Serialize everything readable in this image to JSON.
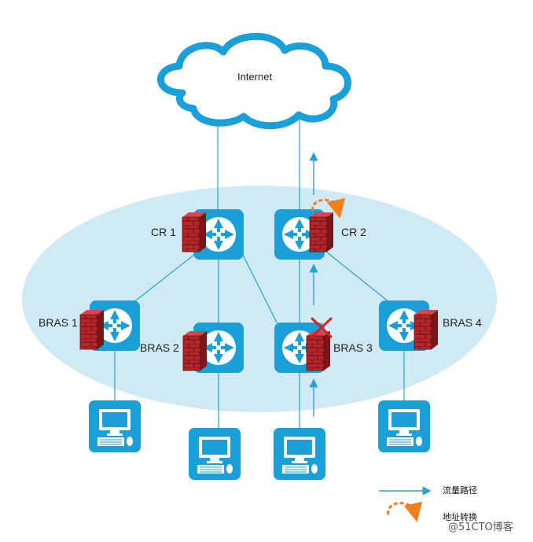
{
  "internet": {
    "label": "Internet"
  },
  "routers": {
    "cr1": "CR 1",
    "cr2": "CR 2"
  },
  "bras": {
    "bras1": "BRAS 1",
    "bras2": "BRAS 2",
    "bras3": "BRAS 3",
    "bras4": "BRAS 4"
  },
  "legend": {
    "traffic_path": "流量路径",
    "address_translation": "地址转换"
  },
  "watermark": "@51CTO博客",
  "colors": {
    "network_fill": "#cfe9f5",
    "device_blue": "#1a9fd9",
    "line_blue": "#2a9fd6",
    "firewall_red": "#b3262b",
    "nat_orange": "#f07f1e",
    "fault_red": "#e02020"
  },
  "icons": {
    "router": "router-icon",
    "firewall": "firewall-icon",
    "computer": "computer-icon",
    "failure": "red-x-icon",
    "cloud": "cloud-icon"
  }
}
